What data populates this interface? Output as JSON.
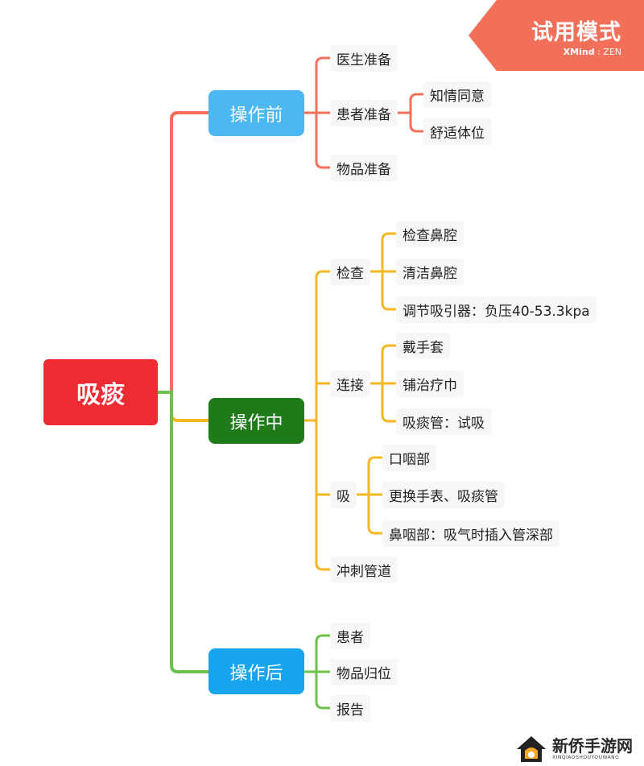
{
  "trial_badge": {
    "title": "试用模式",
    "brand_left": "XMind",
    "brand_right": "ZEN"
  },
  "root": "吸痰",
  "branches": {
    "before": {
      "label": "操作前",
      "items": [
        "医生准备",
        "患者准备",
        "物品准备"
      ],
      "sub": [
        "知情同意",
        "舒适体位"
      ]
    },
    "during": {
      "label": "操作中",
      "items": [
        "检查",
        "连接",
        "吸",
        "冲刺管道"
      ],
      "check_sub": [
        "检查鼻腔",
        "清洁鼻腔",
        "调节吸引器：负压40-53.3kpa"
      ],
      "connect_sub": [
        "戴手套",
        "铺治疗巾",
        "吸痰管：试吸"
      ],
      "suction_sub": [
        "口咽部",
        "更换手表、吸痰管",
        "鼻咽部：吸气时插入管深部"
      ]
    },
    "after": {
      "label": "操作后",
      "items": [
        "患者",
        "物品归位",
        "报告"
      ]
    }
  },
  "colors": {
    "before": "#f2705a",
    "during": "#f4b820",
    "after": "#6cc24a"
  },
  "watermark": {
    "name": "新侨手游网",
    "sub": "XINQIAOSHOUYOUWANG"
  }
}
